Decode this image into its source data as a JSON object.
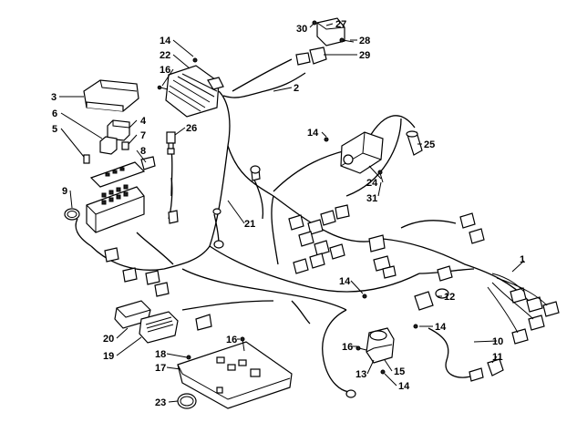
{
  "diagram": {
    "callouts": [
      "1",
      "2",
      "3",
      "4",
      "5",
      "6",
      "7",
      "8",
      "9",
      "10",
      "11",
      "12",
      "13",
      "14",
      "15",
      "16",
      "17",
      "18",
      "19",
      "20",
      "21",
      "22",
      "23",
      "24",
      "25",
      "26",
      "27",
      "28",
      "29",
      "30",
      "31"
    ],
    "labels": [
      {
        "id": "c1",
        "text": "1"
      },
      {
        "id": "c2",
        "text": "2"
      },
      {
        "id": "c3",
        "text": "3"
      },
      {
        "id": "c4",
        "text": "4"
      },
      {
        "id": "c5",
        "text": "5"
      },
      {
        "id": "c6",
        "text": "6"
      },
      {
        "id": "c7",
        "text": "7"
      },
      {
        "id": "c8",
        "text": "8"
      },
      {
        "id": "c9",
        "text": "9"
      },
      {
        "id": "c10",
        "text": "10"
      },
      {
        "id": "c11",
        "text": "11"
      },
      {
        "id": "c12",
        "text": "12"
      },
      {
        "id": "c13",
        "text": "13"
      },
      {
        "id": "c14a",
        "text": "14"
      },
      {
        "id": "c14b",
        "text": "14"
      },
      {
        "id": "c14c",
        "text": "14"
      },
      {
        "id": "c14d",
        "text": "14"
      },
      {
        "id": "c14e",
        "text": "14"
      },
      {
        "id": "c15",
        "text": "15"
      },
      {
        "id": "c16a",
        "text": "16"
      },
      {
        "id": "c16b",
        "text": "16"
      },
      {
        "id": "c16c",
        "text": "16"
      },
      {
        "id": "c17",
        "text": "17"
      },
      {
        "id": "c18",
        "text": "18"
      },
      {
        "id": "c19",
        "text": "19"
      },
      {
        "id": "c20",
        "text": "20"
      },
      {
        "id": "c21",
        "text": "21"
      },
      {
        "id": "c22",
        "text": "22"
      },
      {
        "id": "c23",
        "text": "23"
      },
      {
        "id": "c24",
        "text": "24"
      },
      {
        "id": "c25",
        "text": "25"
      },
      {
        "id": "c26",
        "text": "26"
      },
      {
        "id": "c27",
        "text": "27"
      },
      {
        "id": "c28",
        "text": "28"
      },
      {
        "id": "c29",
        "text": "29"
      },
      {
        "id": "c30",
        "text": "30"
      },
      {
        "id": "c31",
        "text": "31"
      }
    ]
  }
}
